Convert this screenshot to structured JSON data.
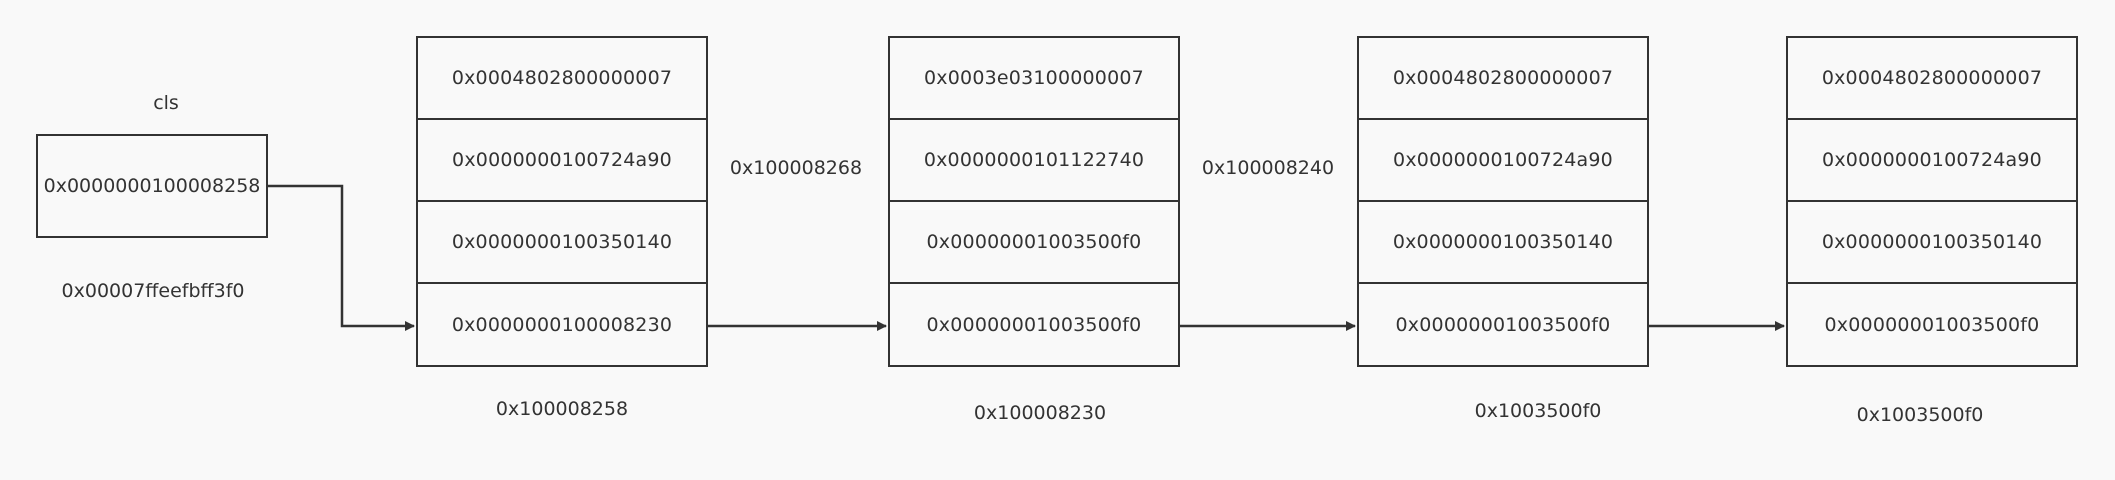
{
  "cls": {
    "title": "cls",
    "value": "0x0000000100008258",
    "address": "0x00007ffeefbff3f0"
  },
  "nodes": [
    {
      "cells": [
        "0x0004802800000007",
        "0x0000000100724a90",
        "0x0000000100350140",
        "0x0000000100008230"
      ],
      "address": "0x100008258"
    },
    {
      "cells": [
        "0x0003e03100000007",
        "0x0000000101122740",
        "0x00000001003500f0",
        "0x00000001003500f0"
      ],
      "address": "0x100008230"
    },
    {
      "cells": [
        "0x0004802800000007",
        "0x0000000100724a90",
        "0x0000000100350140",
        "0x00000001003500f0"
      ],
      "address": "0x1003500f0"
    },
    {
      "cells": [
        "0x0004802800000007",
        "0x0000000100724a90",
        "0x0000000100350140",
        "0x00000001003500f0"
      ],
      "address": "0x1003500f0"
    }
  ],
  "between_labels": [
    "0x100008268",
    "0x100008240"
  ],
  "colors": {
    "line": "#333333",
    "background": "#f9f9f9",
    "text": "#333333"
  }
}
